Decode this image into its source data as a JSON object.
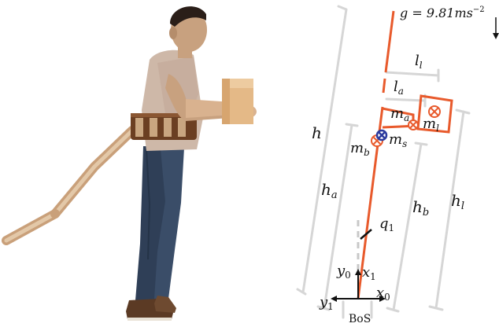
{
  "gravity": {
    "text": "g = 9.81ms",
    "exponent": "−2"
  },
  "lengths": {
    "l_l": "l",
    "l_l_sub": "l",
    "l_a": "l",
    "l_a_sub": "a",
    "h": "h",
    "h_a": "h",
    "h_a_sub": "a",
    "h_b": "h",
    "h_b_sub": "b",
    "h_l": "h",
    "h_l_sub": "l"
  },
  "masses": {
    "m_a": "m",
    "m_a_sub": "a",
    "m_l": "m",
    "m_l_sub": "l",
    "m_s": "m",
    "m_s_sub": "s",
    "m_b": "m",
    "m_b_sub": "b"
  },
  "joint": {
    "q": "q",
    "q_sub": "1"
  },
  "frame": {
    "y0": "y",
    "y0_sub": "0",
    "x1": "x",
    "x1_sub": "1",
    "x0": "x",
    "x0_sub": "0",
    "y1": "y",
    "y1_sub": "1",
    "bos": "BoS"
  },
  "colors": {
    "model": "#e85a2c",
    "com": "#2b3a9e",
    "dimension": "#d6d6d6",
    "tail": "#d6b28c",
    "belt": "#7a4a2a"
  }
}
